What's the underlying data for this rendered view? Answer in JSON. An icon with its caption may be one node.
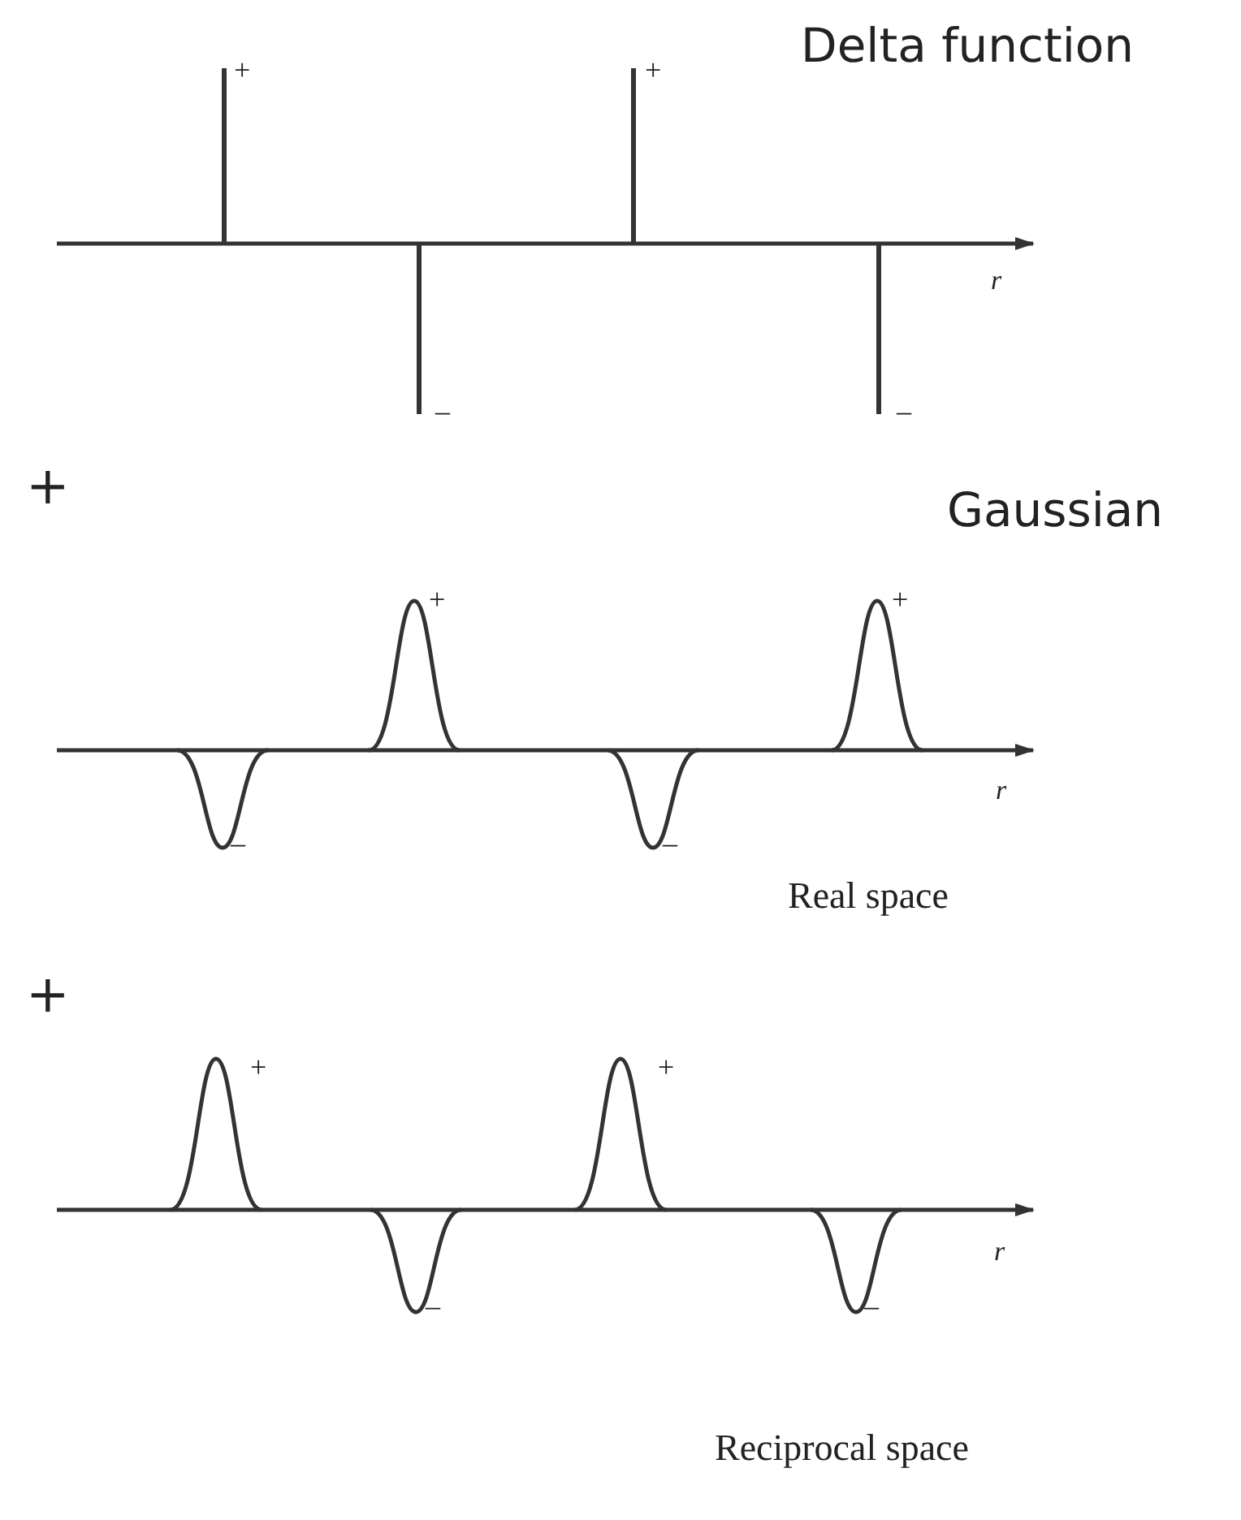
{
  "diagram": {
    "labels": [
      "+",
      "+",
      "Delta function",
      "r",
      "–",
      "–",
      "+",
      "Gaussian",
      "+",
      "+",
      "r",
      "–",
      "–",
      "Real space",
      "+",
      "+",
      "+",
      "r",
      "–",
      "–",
      "Reciprocal space"
    ]
  }
}
